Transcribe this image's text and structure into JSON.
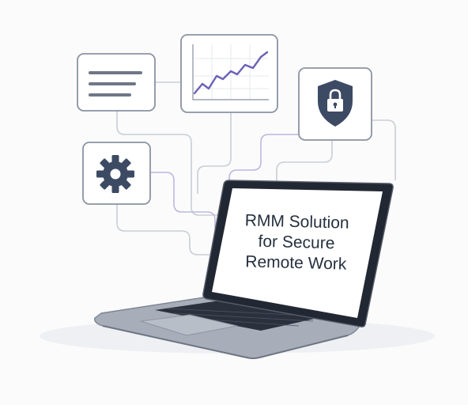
{
  "screen": {
    "lines": [
      "RMM Solution",
      "for Secure",
      "Remote Work"
    ]
  },
  "cards": [
    {
      "name": "document-card",
      "icon": "text-lines-icon"
    },
    {
      "name": "chart-card",
      "icon": "line-chart-icon"
    },
    {
      "name": "security-card",
      "icon": "shield-lock-icon"
    },
    {
      "name": "settings-card",
      "icon": "gear-icon"
    }
  ],
  "colors": {
    "card_border": "#8a93a3",
    "connector_gray": "#c9ced6",
    "connector_purple": "#bdb7e0",
    "chart_line": "#6b62b8",
    "icon_dark": "#3c4a63",
    "laptop_body": "#9aa3af",
    "laptop_bezel": "#1f2530"
  }
}
